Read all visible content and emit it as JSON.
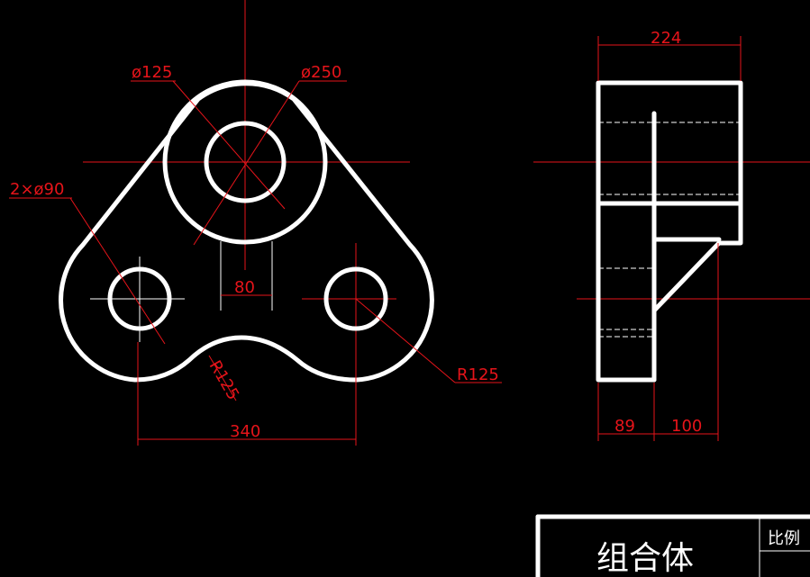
{
  "front_view": {
    "dims": {
      "d_small_top": "ø125",
      "d_large_top": "ø250",
      "holes": "2×ø90",
      "slot_width": "80",
      "radius_left": "R125",
      "radius_right": "R125",
      "overall_width": "340"
    }
  },
  "side_view": {
    "dims": {
      "top_width": "224",
      "bottom_left": "89",
      "bottom_right": "100"
    }
  },
  "title_block": {
    "part_name": "组合体",
    "scale_label": "比例"
  },
  "colors": {
    "background": "#000000",
    "outline": "#ffffff",
    "dimension": "#e6141a"
  }
}
